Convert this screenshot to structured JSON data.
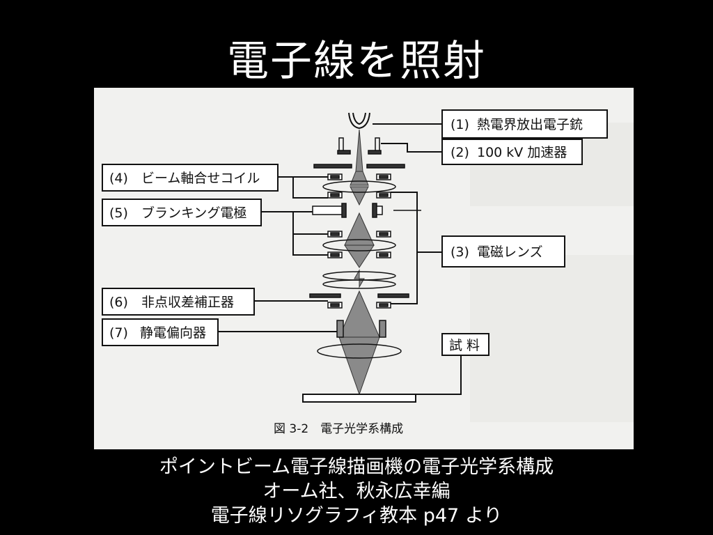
{
  "slide": {
    "title": "電子線を照射"
  },
  "diagram": {
    "labels": [
      {
        "num": "(1)",
        "text": "熱電界放出電子銃"
      },
      {
        "num": "(2)",
        "text": "100 kV 加速器"
      },
      {
        "num": "(4)",
        "text": "ビーム軸合せコイル"
      },
      {
        "num": "(5)",
        "text": "ブランキング電極"
      },
      {
        "num": "(3)",
        "text": "電磁レンズ"
      },
      {
        "num": "(6)",
        "text": "非点収差補正器"
      },
      {
        "num": "(7)",
        "text": "静電偏向器"
      }
    ],
    "sample_label": "試 料",
    "caption": "図 3-2　電子光学系構成"
  },
  "credits": {
    "line1": "ポイントビーム電子線描画機の電子光学系構成",
    "line2": "オーム社、秋永広幸編",
    "line3": "電子線リソグラフィ教本 p47 より"
  }
}
